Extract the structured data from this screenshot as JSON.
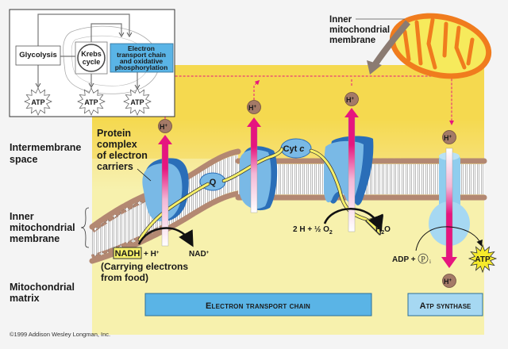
{
  "inset": {
    "glycolysis": "Glycolysis",
    "krebs": [
      "Krebs",
      "cycle"
    ],
    "etc_box": [
      "Electron",
      "transport chain",
      "and oxidative",
      "phosphorylation"
    ],
    "atp": [
      "ATP",
      "ATP",
      "ATP"
    ]
  },
  "callout": {
    "inner_membrane": [
      "Inner",
      "mitochondrial",
      "membrane"
    ]
  },
  "side_labels": {
    "intermembrane": [
      "Intermembrane",
      "space"
    ],
    "inner_membrane": [
      "Inner",
      "mitochondrial",
      "membrane"
    ],
    "matrix": [
      "Mitochondrial",
      "matrix"
    ]
  },
  "diagram": {
    "protein_complex": [
      "Protein",
      "complex",
      "of electron",
      "carriers"
    ],
    "proton": "H",
    "proton_sup": "+",
    "q": "Q",
    "cyt_c": "Cyt",
    "cyt_c_italic": "c",
    "nadh": "NADH",
    "nadh_plus_h": "+ H",
    "nad": "NAD",
    "carrying": [
      "(Carrying electrons",
      "from food)"
    ],
    "oxygen_eq": "2 H + ½ O",
    "oxygen_sub": "2",
    "water": "H",
    "water_sub": "2",
    "water_o": "O",
    "adp": "ADP +",
    "pi": "P",
    "pi_sub": "i",
    "atp": "ATP"
  },
  "banners": {
    "etc": "Electron transport chain",
    "atp_synthase": "Atp synthase"
  },
  "colors": {
    "intermembrane": "#f6de6a",
    "matrix": "#f7f1a6",
    "protein": "#79b9e6",
    "protein_dark": "#2a6eb8",
    "proton_arrow": "#e6157f",
    "proton_ball": "#a47a67",
    "lipid_head": "#b38872",
    "banner": "#5ab4e6",
    "banner_light": "#a6d8f2",
    "mito_outer": "#f07c1e",
    "mito_inner": "#f6ea5c"
  },
  "copyright": "©1999 Addison Wesley Longman, Inc."
}
